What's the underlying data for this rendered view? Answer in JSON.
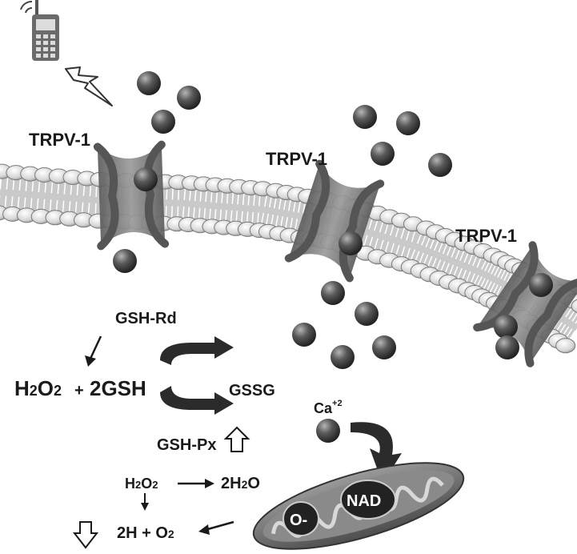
{
  "diagram": {
    "channel_label": "TRPV-1",
    "channels": [
      {
        "label": "TRPV-1"
      },
      {
        "label": "TRPV-1"
      },
      {
        "label": "TRPV-1"
      }
    ],
    "cycle": {
      "enzyme_top": "GSH-Rd",
      "left_h2o2": "H2O2",
      "left_plus": "+",
      "left_gsh": "2GSH",
      "right_gssg": "GSSG",
      "enzyme_bottom": "GSH-Px"
    },
    "reactions": {
      "h2o2": "H2O2",
      "h2o": "2H2O",
      "products": "2H + O2"
    },
    "calcium_label": "Ca",
    "calcium_charge": "+2",
    "mitochondrion": {
      "superoxide": "O-",
      "nad": "NAD"
    },
    "colors": {
      "membrane": "#bdbdbd",
      "membrane_dark": "#8c8c8c",
      "channel": "#7a7a7a",
      "ion": "#4a4a4a",
      "mito": "#6e6e6e",
      "ink": "#1a1a1a"
    },
    "icons": [
      "mobile-phone-icon",
      "lightning-bolt-icon",
      "up-arrow-outline-icon",
      "down-arrow-outline-icon"
    ]
  }
}
